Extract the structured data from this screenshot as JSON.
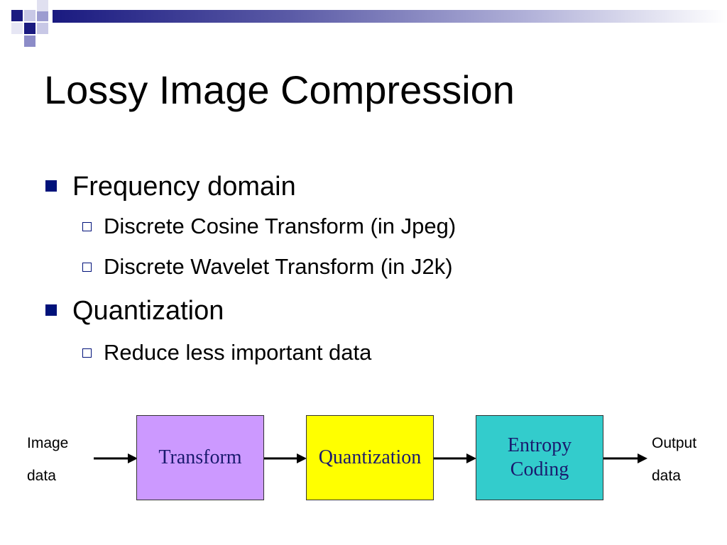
{
  "slide": {
    "title": "Lossy Image Compression",
    "colors": {
      "accent_navy": "#00127a",
      "transform_fill": "#cc99ff",
      "quantization_fill": "#ffff00",
      "entropy_fill": "#33cccc"
    },
    "bullets": [
      {
        "text": "Frequency domain",
        "subitems": [
          "Discrete Cosine Transform (in Jpeg)",
          "Discrete Wavelet Transform (in J2k)"
        ]
      },
      {
        "text": "Quantization",
        "subitems": [
          "Reduce less important data"
        ]
      }
    ],
    "diagram": {
      "input_label_line1": "Image",
      "input_label_line2": "data",
      "blocks": [
        {
          "label_line1": "Transform",
          "label_line2": ""
        },
        {
          "label_line1": "Quantization",
          "label_line2": ""
        },
        {
          "label_line1": "Entropy",
          "label_line2": "Coding"
        }
      ],
      "output_label_line1": "Output",
      "output_label_line2": "data"
    }
  }
}
